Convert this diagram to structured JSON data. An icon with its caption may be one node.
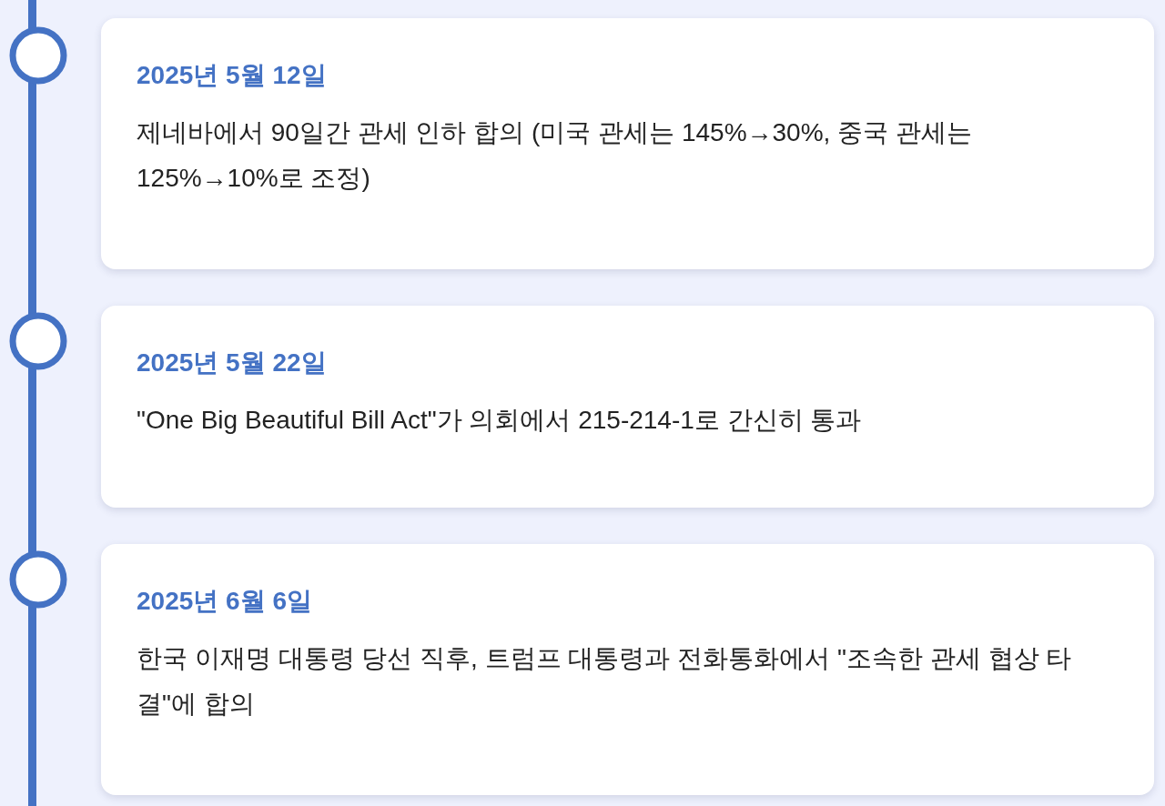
{
  "diagram": {
    "nodes": [
      {
        "text": [
          "2025년 5월 12일",
          "제네바에서 90일간 관세 인하 합의 (미국 관세는 145%→30%, 중국 관세는 125%→10%로 조정)"
        ]
      },
      {
        "text": [
          "2025년 5월 22일",
          "\"One Big Beautiful Bill Act\"가 의회에서 215-214-1로 간신히 통과"
        ]
      },
      {
        "text": [
          "2025년 6월 6일",
          "한국 이재명 대통령 당선 직후, 트럼프 대통령과 전화통화에서 \"조속한 관세 협상 타결\"에 합의"
        ]
      }
    ]
  }
}
